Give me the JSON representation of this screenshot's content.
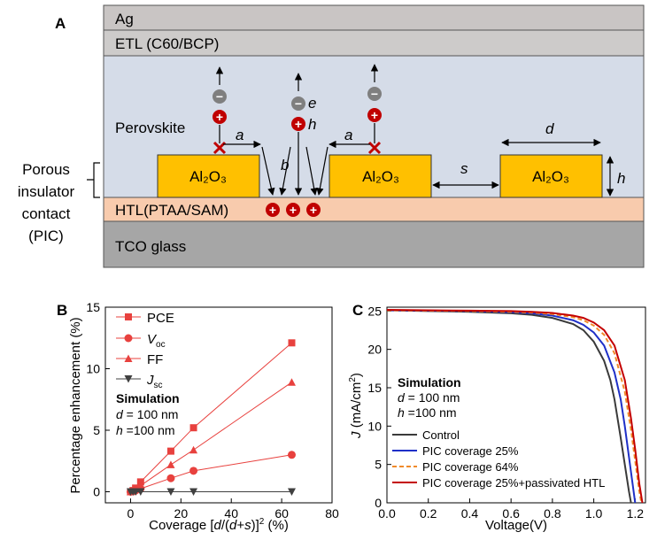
{
  "panel_a": {
    "label": "A",
    "layers": {
      "ag": "Ag",
      "etl": "ETL (C60/BCP)",
      "perovskite": "Perovskite",
      "htl": "HTL(PTAA/SAM)",
      "tco": "TCO glass"
    },
    "block_label": "Al₂O₃",
    "dims": {
      "a": "a",
      "b": "b",
      "d": "d",
      "s": "s",
      "h": "h"
    },
    "carrier_labels": {
      "e": "e",
      "h": "h"
    },
    "minus_sign": "−",
    "plus_sign": "+",
    "pic_label": [
      "Porous",
      "insulator",
      "contact",
      "(PIC)"
    ],
    "colors": {
      "ag": "#c9c5c4",
      "etl": "#cdcbca",
      "perovskite": "#d5dce8",
      "htl": "#f8cbad",
      "tco": "#a6a6a6",
      "block": "#ffc000",
      "hole": "#c00000",
      "electron": "#7f7f7f",
      "cross": "#c00000"
    }
  },
  "panel_b": {
    "label": "B",
    "ylabel": "Percentage enhancement (%)",
    "xlabel": "Coverage [d/(d+s)]² (%)",
    "annotation": {
      "title": "Simulation",
      "line1": "d = 100 nm",
      "line2": "h =100 nm"
    },
    "legend": [
      "PCE",
      "Voc",
      "FF",
      "Jsc"
    ]
  },
  "panel_c": {
    "label": "C",
    "ylabel": "J (mA/cm²)",
    "xlabel": "Voltage(V)",
    "annotation": {
      "title": "Simulation",
      "line1": "d = 100 nm",
      "line2": "h =100 nm"
    }
  },
  "chart_data": [
    {
      "type": "line",
      "panel": "B",
      "xlim": [
        -10,
        80
      ],
      "ylim": [
        -0.9,
        15
      ],
      "xticks": [
        0,
        20,
        40,
        60,
        80
      ],
      "yticks": [
        0,
        5,
        10,
        15
      ],
      "grid": false,
      "legend_position": "top-left",
      "series": [
        {
          "name": "PCE",
          "marker": "square",
          "color": "#e8413e",
          "x": [
            0,
            1,
            2,
            4,
            16,
            25,
            64
          ],
          "y": [
            0,
            0.1,
            0.3,
            0.8,
            3.3,
            5.2,
            12.1
          ]
        },
        {
          "name": "Voc",
          "marker": "circle",
          "color": "#e8413e",
          "x": [
            0,
            1,
            2,
            4,
            16,
            25,
            64
          ],
          "y": [
            0,
            0.05,
            0.1,
            0.25,
            1.1,
            1.7,
            3.0
          ]
        },
        {
          "name": "FF",
          "marker": "triangle-up",
          "color": "#e8413e",
          "x": [
            0,
            1,
            2,
            4,
            16,
            25,
            64
          ],
          "y": [
            0,
            0.05,
            0.2,
            0.5,
            2.2,
            3.4,
            8.9
          ]
        },
        {
          "name": "Jsc",
          "marker": "triangle-down",
          "color": "#404040",
          "x": [
            0,
            1,
            2,
            4,
            16,
            25,
            64
          ],
          "y": [
            0,
            0,
            0,
            0,
            0,
            0,
            0
          ]
        }
      ]
    },
    {
      "type": "line",
      "panel": "C",
      "xlim": [
        0,
        1.25
      ],
      "ylim": [
        0,
        25.5
      ],
      "xticks": [
        0.0,
        0.2,
        0.4,
        0.6,
        0.8,
        1.0,
        1.2
      ],
      "yticks": [
        0,
        5,
        10,
        15,
        20,
        25
      ],
      "grid": false,
      "legend_position": "bottom-left",
      "series": [
        {
          "name": "Control",
          "color": "#3a3a3a",
          "dash": "",
          "x": [
            0,
            0.2,
            0.4,
            0.6,
            0.7,
            0.8,
            0.9,
            0.95,
            1.0,
            1.05,
            1.08,
            1.1,
            1.13,
            1.15,
            1.17,
            1.18
          ],
          "y": [
            25.1,
            25.0,
            24.9,
            24.7,
            24.5,
            24.1,
            23.3,
            22.5,
            21.0,
            18.5,
            16.0,
            13.5,
            8.5,
            5.0,
            1.5,
            0
          ]
        },
        {
          "name": "PIC coverage 25%",
          "color": "#1f30c8",
          "dash": "",
          "x": [
            0,
            0.2,
            0.4,
            0.6,
            0.7,
            0.8,
            0.9,
            0.95,
            1.0,
            1.05,
            1.1,
            1.13,
            1.15,
            1.17,
            1.19,
            1.2
          ],
          "y": [
            25.1,
            25.05,
            25.0,
            24.85,
            24.7,
            24.4,
            23.8,
            23.2,
            22.2,
            20.5,
            17.0,
            13.5,
            10.0,
            6.0,
            2.0,
            0
          ]
        },
        {
          "name": "PIC coverage 64%",
          "color": "#f08a2a",
          "dash": "5,3",
          "x": [
            0,
            0.2,
            0.4,
            0.6,
            0.7,
            0.8,
            0.9,
            0.95,
            1.0,
            1.05,
            1.1,
            1.15,
            1.18,
            1.2,
            1.22,
            1.23
          ],
          "y": [
            25.1,
            25.05,
            25.0,
            24.9,
            24.8,
            24.6,
            24.2,
            23.8,
            23.1,
            21.9,
            19.5,
            14.5,
            9.5,
            5.5,
            1.5,
            0
          ]
        },
        {
          "name": "PIC coverage 25%+passivated HTL",
          "color": "#c40000",
          "dash": "",
          "x": [
            0,
            0.2,
            0.4,
            0.6,
            0.7,
            0.8,
            0.9,
            0.95,
            1.0,
            1.05,
            1.1,
            1.15,
            1.18,
            1.2,
            1.22,
            1.235
          ],
          "y": [
            25.15,
            25.1,
            25.05,
            25.0,
            24.9,
            24.75,
            24.4,
            24.1,
            23.5,
            22.5,
            20.5,
            16.0,
            11.0,
            7.0,
            2.5,
            0
          ]
        }
      ]
    }
  ]
}
